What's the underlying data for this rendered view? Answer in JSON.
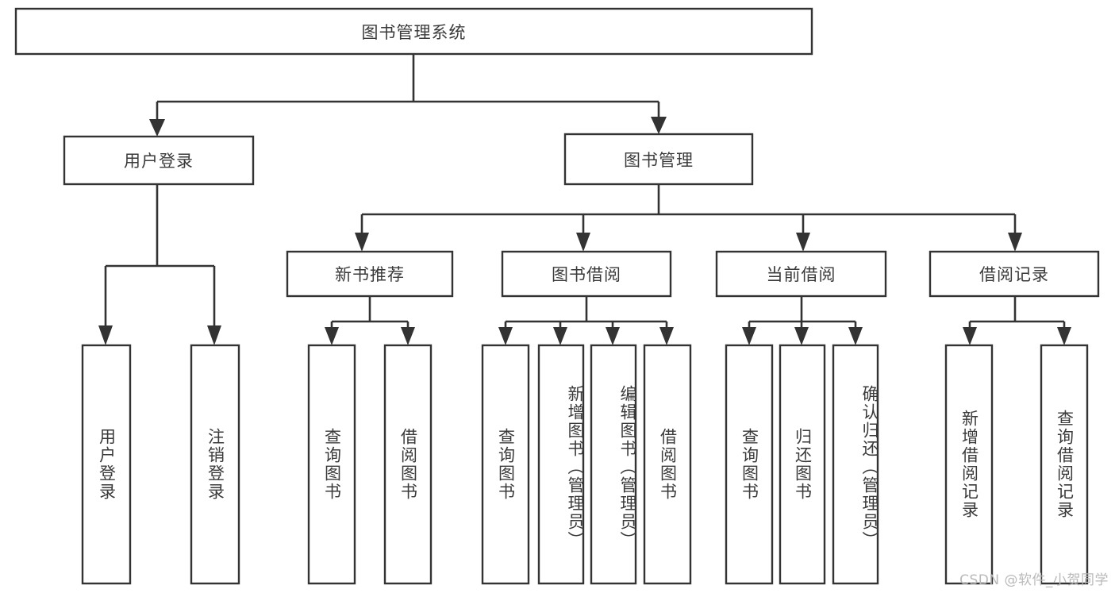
{
  "diagram": {
    "type": "tree",
    "title_node": {
      "label": "图书管理系统"
    },
    "level2": [
      {
        "label": "用户登录"
      },
      {
        "label": "图书管理"
      }
    ],
    "level3": [
      {
        "label": "新书推荐"
      },
      {
        "label": "图书借阅"
      },
      {
        "label": "当前借阅"
      },
      {
        "label": "借阅记录"
      }
    ],
    "leaves": {
      "user_login": [
        {
          "label": "用户登录"
        },
        {
          "label": "注销登录"
        }
      ],
      "new_book": [
        {
          "label": "查询图书"
        },
        {
          "label": "借阅图书"
        }
      ],
      "book_borrow": [
        {
          "label": "查询图书"
        },
        {
          "label": "新增图书（管理员）"
        },
        {
          "label": "编辑图书（管理员）"
        },
        {
          "label": "借阅图书"
        }
      ],
      "current_borrow": [
        {
          "label": "查询图书"
        },
        {
          "label": "归还图书"
        },
        {
          "label": "确认归还（管理员）"
        }
      ],
      "borrow_record": [
        {
          "label": "新增借阅记录"
        },
        {
          "label": "查询借阅记录"
        }
      ]
    }
  },
  "watermark": {
    "text": "CSDN @软件_小贺同学"
  },
  "colors": {
    "box_stroke": "#333333",
    "connector": "#333333",
    "text": "#3a3a3a",
    "background": "#ffffff",
    "watermark": "#b9b9b9"
  }
}
